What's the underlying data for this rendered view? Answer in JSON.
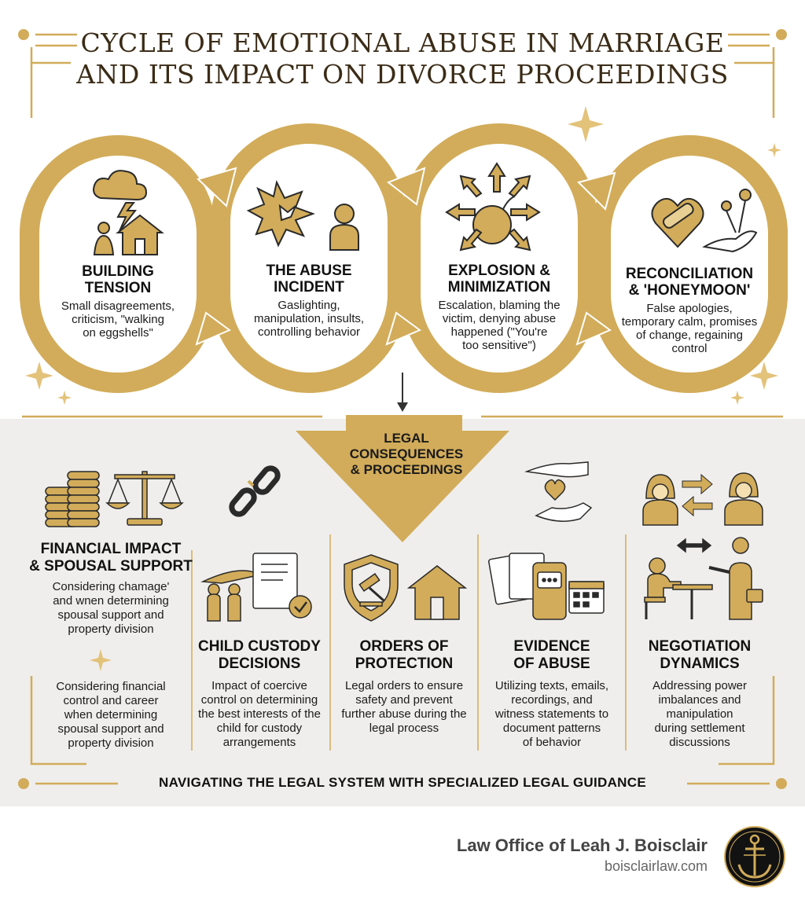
{
  "title": {
    "line1": "CYCLE OF EMOTIONAL ABUSE IN MARRIAGE",
    "line2": "AND ITS IMPACT ON DIVORCE PROCEEDINGS"
  },
  "cycle": [
    {
      "title1": "BUILDING",
      "title2": "TENSION",
      "desc": [
        "Small disagreements,",
        "criticism, \"walking",
        "on eggshells\""
      ]
    },
    {
      "title1": "THE ABUSE",
      "title2": "INCIDENT",
      "desc": [
        "Gaslighting,",
        "manipulation, insults,",
        "controlling behavior"
      ]
    },
    {
      "title1": "EXPLOSION &",
      "title2": "MINIMIZATION",
      "desc": [
        "Escalation, blaming the",
        "victim, denying abuse",
        "happened (\"You're",
        "too sensitive\")"
      ]
    },
    {
      "title1": "RECONCILIATION",
      "title2": "& 'HONEYMOON'",
      "desc": [
        "False apologies,",
        "temporary calm, promises",
        "of change, regaining",
        "control"
      ]
    }
  ],
  "legal_label": [
    "LEGAL",
    "CONSEQUENCES",
    "& PROCEEDINGS"
  ],
  "financial": {
    "title1": "FINANCIAL IMPACT",
    "title2": "& SPOUSAL SUPPORT",
    "desc_top": [
      "Considering chamage'",
      "and wnen determining",
      "spousal support and",
      "property division"
    ],
    "desc_bottom": [
      "Considering financial",
      "control and career",
      "when determining",
      "spousal support and",
      "property division"
    ]
  },
  "columns": [
    {
      "title1": "CHILD CUSTODY",
      "title2": "DECISIONS",
      "desc": [
        "Impact of coercive",
        "control on determining",
        "the best interests of the",
        "child for custody",
        "arrangements"
      ]
    },
    {
      "title1": "ORDERS OF",
      "title2": "PROTECTION",
      "desc": [
        "Legal orders to ensure",
        "safety and prevent",
        "further abuse during the",
        "legal process"
      ]
    },
    {
      "title1": "EVIDENCE",
      "title2": "OF ABUSE",
      "desc": [
        "Utilizing texts, emails,",
        "recordings, and",
        "witness statements to",
        "document patterns",
        "of behavior"
      ]
    },
    {
      "title1": "NEGOTIATION",
      "title2": "DYNAMICS",
      "desc": [
        "Addressing power",
        "imbalances and",
        "manipulation",
        "during settlement",
        "discussions"
      ]
    }
  ],
  "banner": "NAVIGATING THE LEGAL SYSTEM WITH SPECIALIZED LEGAL GUIDANCE",
  "footer": {
    "firm_name": "Law Office of Leah J. Boisclair",
    "url": "boisclairlaw.com"
  },
  "colors": {
    "gold": "#d2ac5a",
    "gold_dark": "#a9823a",
    "light_panel": "#efeeec",
    "title_brown": "#3b2c17",
    "badge_black": "#121212"
  },
  "icons": [
    "storm-cloud-icon",
    "house-icon",
    "explosion-icon",
    "person-icon",
    "bomb-icon",
    "bandaged-heart-icon",
    "flower-hand-icon",
    "coins-icon",
    "scales-icon",
    "broken-chain-icon",
    "family-icon",
    "document-check-icon",
    "shield-gavel-icon",
    "phone-message-icon",
    "calendar-icon",
    "heart-hands-icon",
    "meeting-icon",
    "anchor-icon"
  ]
}
